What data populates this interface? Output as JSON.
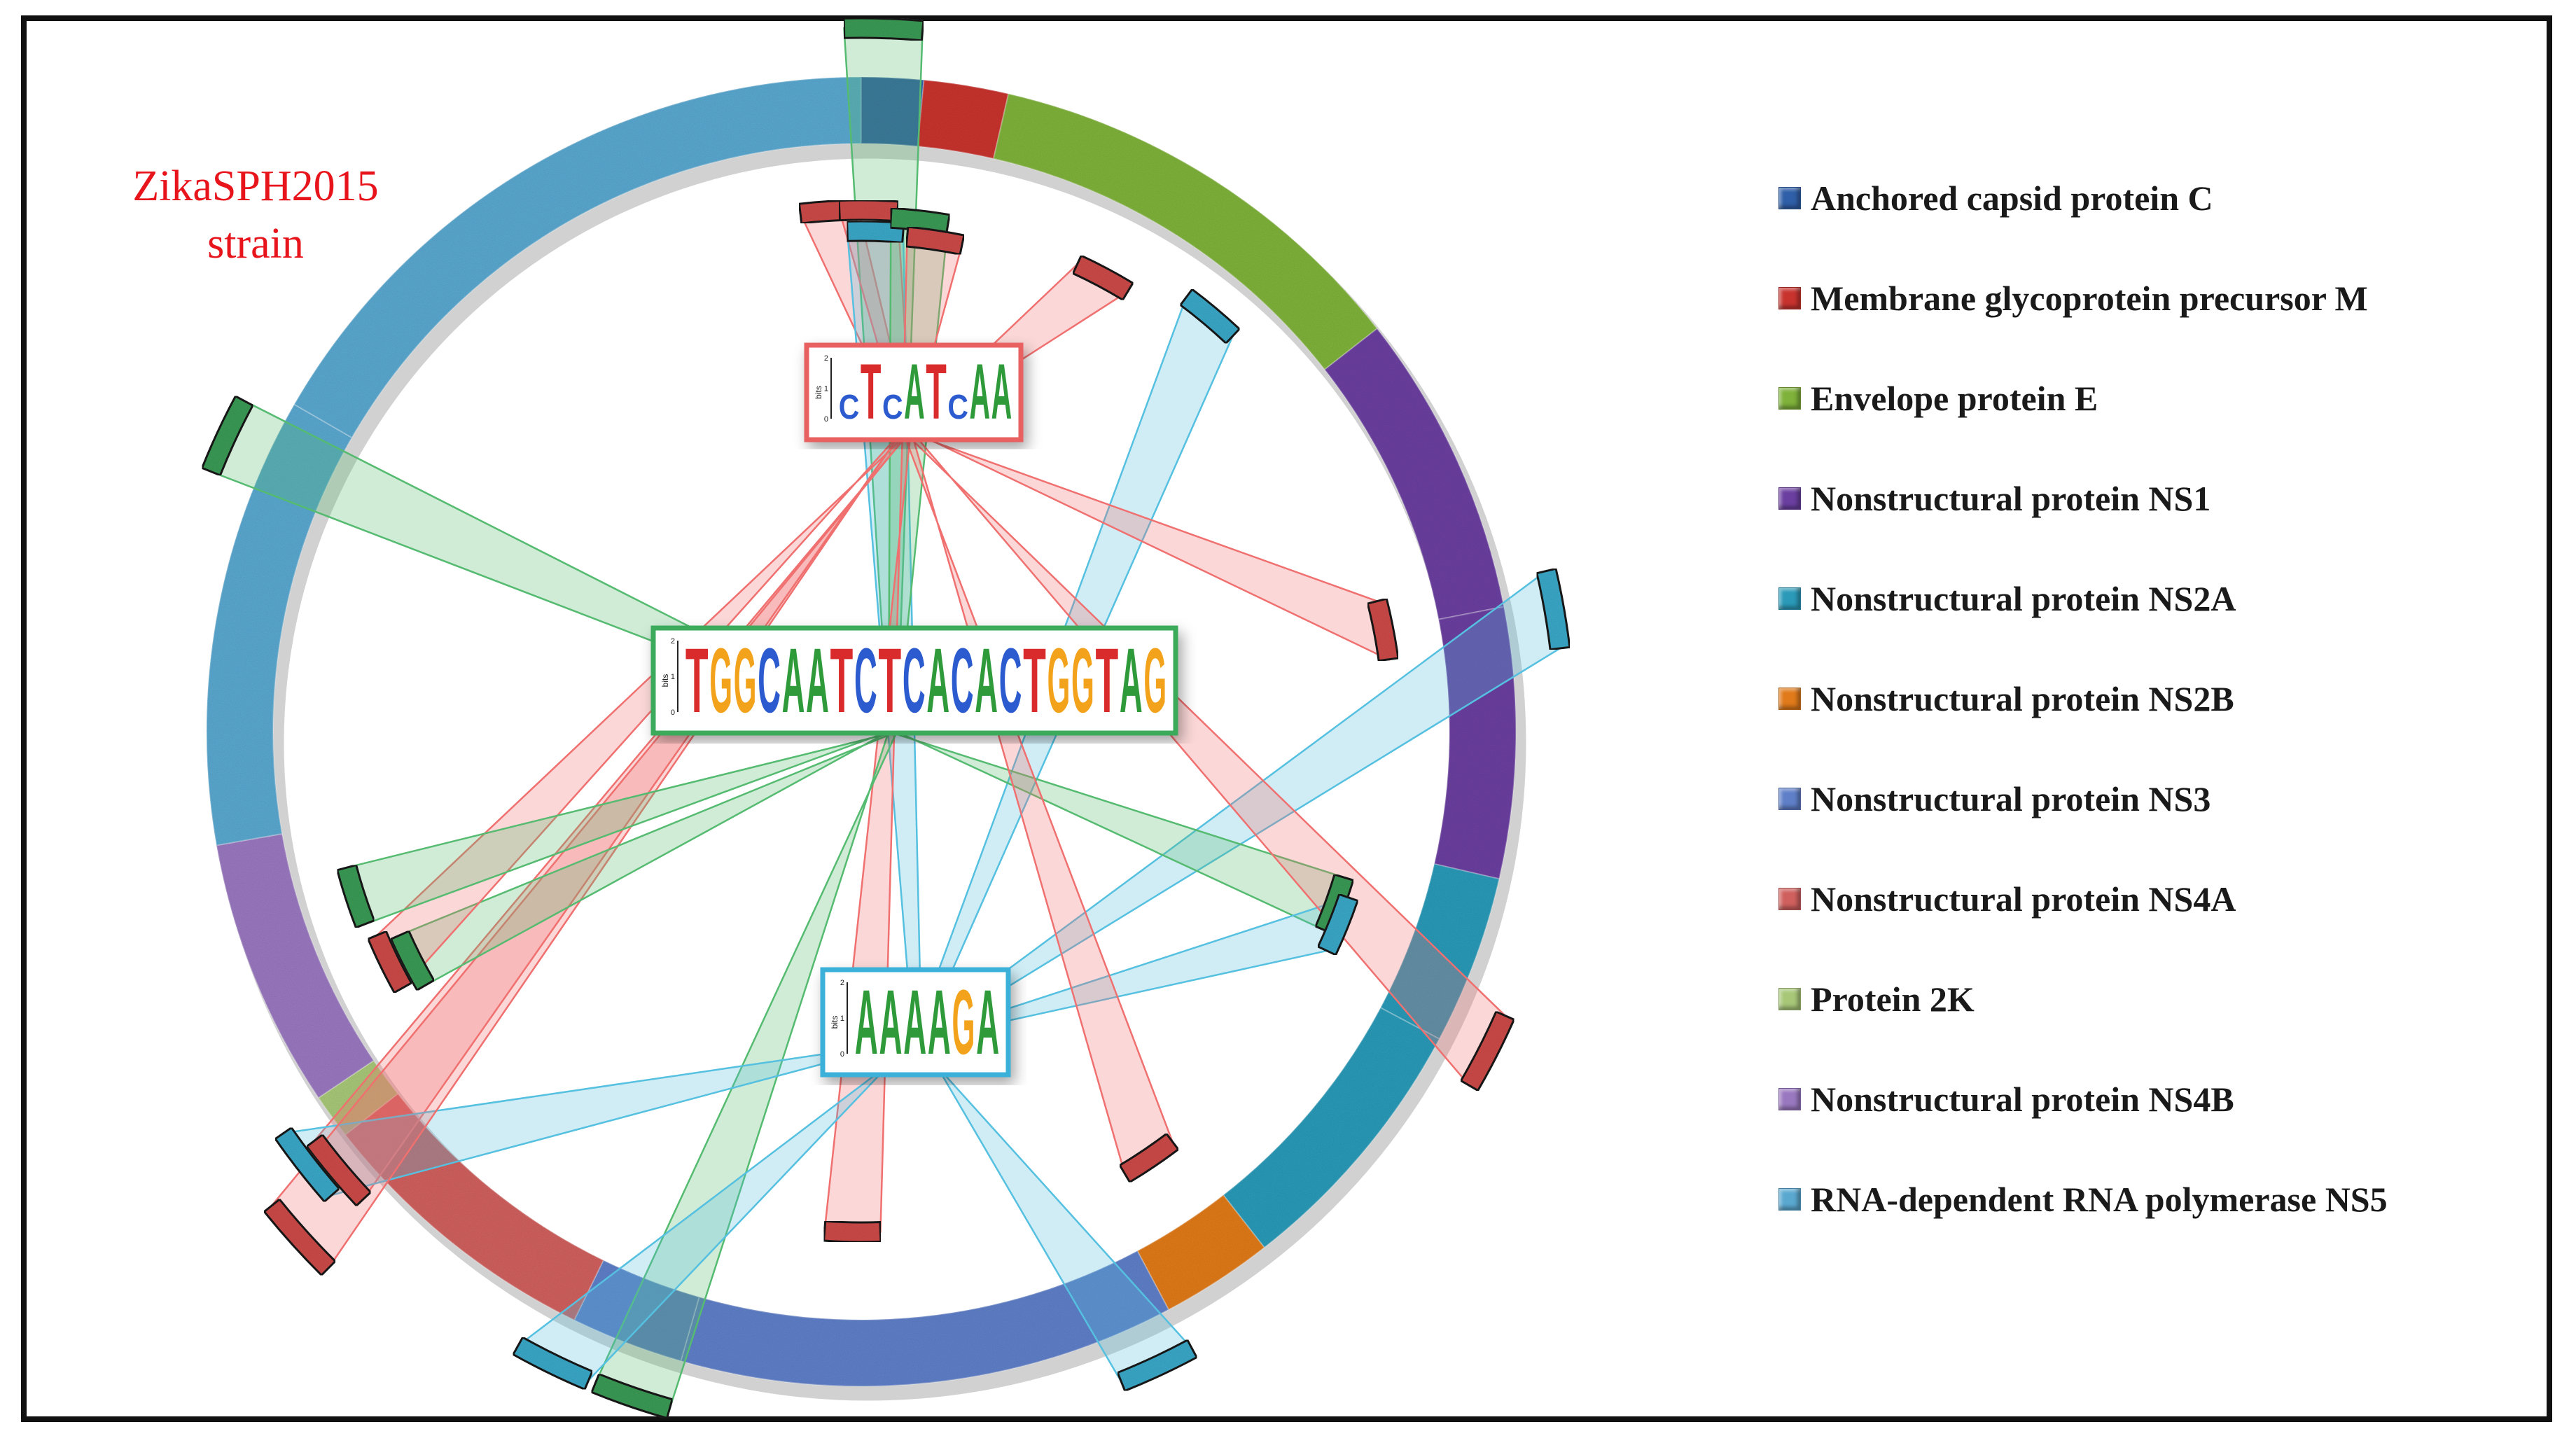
{
  "strain_label": {
    "line1": "ZikaSPH2015",
    "line2": "strain"
  },
  "legend": [
    {
      "label": "Anchored capsid protein C",
      "color": "#2f5fa8"
    },
    {
      "label": "Membrane glycoprotein precursor M",
      "color": "#c8332e"
    },
    {
      "label": "Envelope protein E",
      "color": "#7fb23a"
    },
    {
      "label": "Nonstructural protein NS1",
      "color": "#6b3fa0"
    },
    {
      "label": "Nonstructural protein NS2A",
      "color": "#2a9ab8"
    },
    {
      "label": "Nonstructural protein NS2B",
      "color": "#e07a1a"
    },
    {
      "label": "Nonstructural protein NS3",
      "color": "#5f7fc8"
    },
    {
      "label": "Nonstructural protein NS4A",
      "color": "#d0605e"
    },
    {
      "label": "Protein 2K",
      "color": "#a8c878"
    },
    {
      "label": "Nonstructural protein NS4B",
      "color": "#9a78c0"
    },
    {
      "label": "RNA-dependent RNA polymerase NS5",
      "color": "#5aa8d0"
    }
  ],
  "motifs": [
    {
      "id": "motif1",
      "letters": "cTcATcAA",
      "axis_label": "bits",
      "border": "#e86060"
    },
    {
      "id": "motif2",
      "letters": "TGGCAATCTCACACTGGTAG",
      "axis_label": "bits",
      "border": "#3aaa5a"
    },
    {
      "id": "motif3",
      "letters": "AAAAGA",
      "axis_label": "bits",
      "border": "#3ab0d8"
    }
  ],
  "motif_axis_ticks": [
    "0",
    "1",
    "2"
  ],
  "link_colors": {
    "red": "#f07070",
    "green": "#55bb70",
    "blue": "#55c0e0"
  }
}
